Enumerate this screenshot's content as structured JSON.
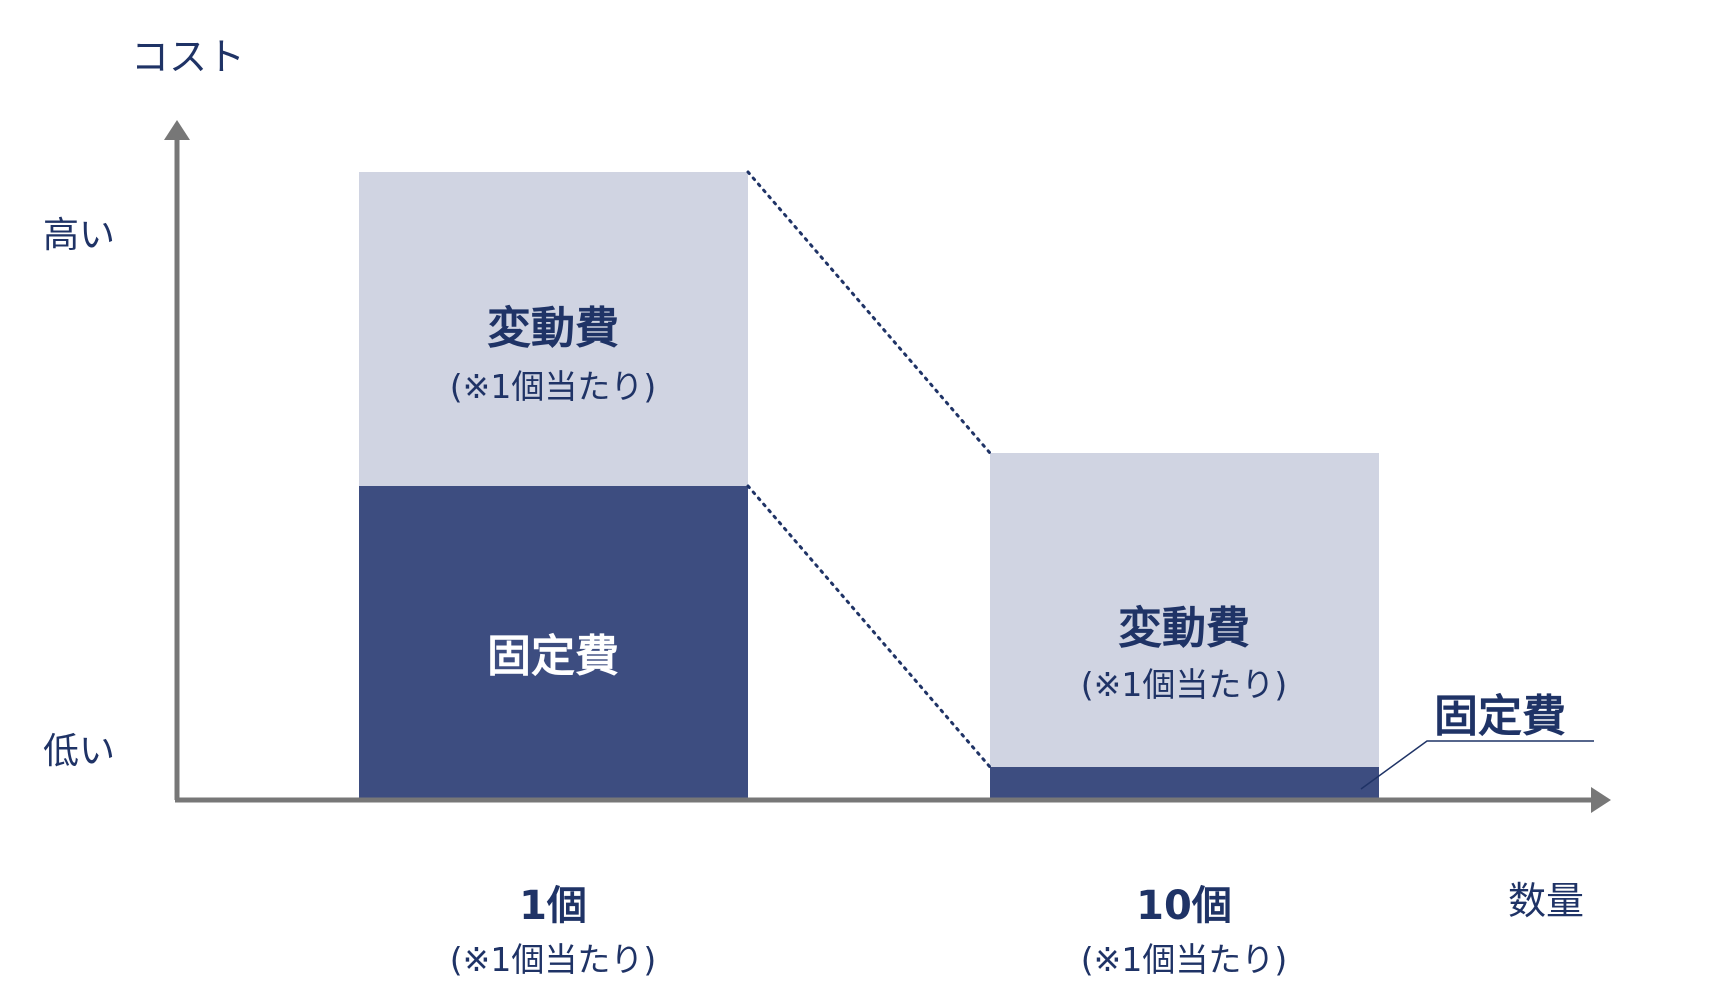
{
  "axes": {
    "y_title": "コスト",
    "y_high": "高い",
    "y_low": "低い",
    "x_title": "数量"
  },
  "bars": [
    {
      "category": "1個",
      "category_note": "(※1個当たり)",
      "variable_label": "変動費",
      "variable_note": "(※1個当たり)",
      "fixed_label": "固定費"
    },
    {
      "category": "10個",
      "category_note": "(※1個当たり)",
      "variable_label": "変動費",
      "variable_note": "(※1個当たり)",
      "fixed_label": "固定費"
    }
  ],
  "colors": {
    "variable": "#d0d4e2",
    "fixed": "#3d4d80",
    "axis": "#777777",
    "text": "#1f3366",
    "connector": "#1f3366"
  }
}
